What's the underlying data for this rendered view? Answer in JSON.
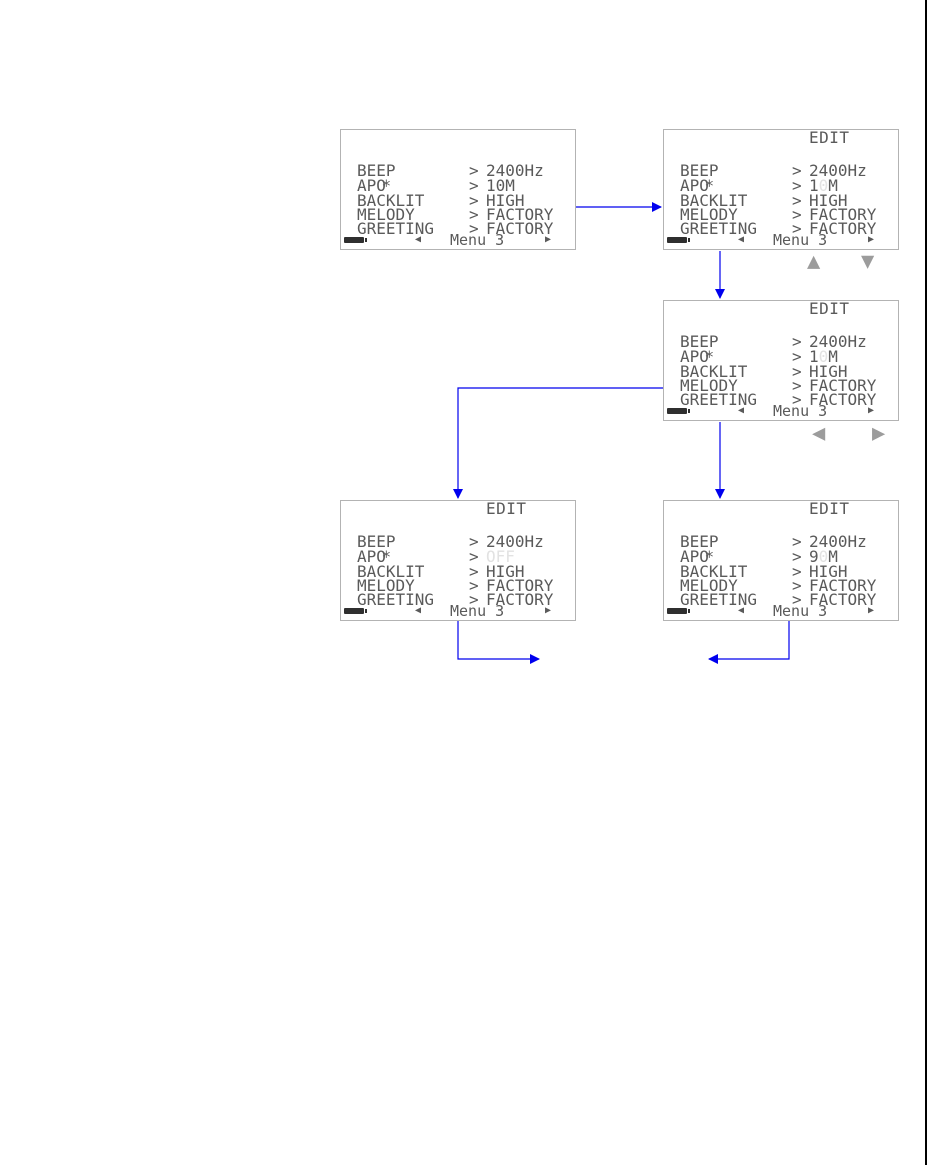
{
  "screens": [
    {
      "edit": "",
      "rows": [
        {
          "star": "",
          "name": "BEEP",
          "value": "2400Hz",
          "dim": ""
        },
        {
          "star": "*",
          "name": "APO",
          "value": "10M",
          "dim": ""
        },
        {
          "star": "",
          "name": "BACKLIT",
          "value": "HIGH",
          "dim": ""
        },
        {
          "star": "",
          "name": "MELODY",
          "value": "FACTORY",
          "dim": ""
        },
        {
          "star": "",
          "name": "GREETING",
          "value": "FACTORY",
          "dim": ""
        }
      ],
      "footer": {
        "left": "◀",
        "menu": "Menu 3",
        "right": "▶"
      }
    },
    {
      "edit": "EDIT",
      "rows": [
        {
          "star": "",
          "name": "BEEP",
          "value": "2400Hz",
          "dim": ""
        },
        {
          "star": "*",
          "name": "APO",
          "value": "1",
          "dim": "0",
          "after": "M"
        },
        {
          "star": "",
          "name": "BACKLIT",
          "value": "HIGH",
          "dim": ""
        },
        {
          "star": "",
          "name": "MELODY",
          "value": "FACTORY",
          "dim": ""
        },
        {
          "star": "",
          "name": "GREETING",
          "value": "FACTORY",
          "dim": ""
        }
      ],
      "footer": {
        "left": "◀",
        "menu": "Menu 3",
        "right": "▶"
      }
    },
    {
      "edit": "EDIT",
      "rows": [
        {
          "star": "",
          "name": "BEEP",
          "value": "2400Hz",
          "dim": ""
        },
        {
          "star": "*",
          "name": "APO",
          "value": "1",
          "dim": "0",
          "after": "M"
        },
        {
          "star": "",
          "name": "BACKLIT",
          "value": "HIGH",
          "dim": ""
        },
        {
          "star": "",
          "name": "MELODY",
          "value": "FACTORY",
          "dim": ""
        },
        {
          "star": "",
          "name": "GREETING",
          "value": "FACTORY",
          "dim": ""
        }
      ],
      "footer": {
        "left": "◀",
        "menu": "Menu 3",
        "right": "▶"
      }
    },
    {
      "edit": "EDIT",
      "rows": [
        {
          "star": "",
          "name": "BEEP",
          "value": "2400Hz",
          "dim": ""
        },
        {
          "star": "*",
          "name": "APO",
          "value": "",
          "dim": "OFF"
        },
        {
          "star": "",
          "name": "BACKLIT",
          "value": "HIGH",
          "dim": ""
        },
        {
          "star": "",
          "name": "MELODY",
          "value": "FACTORY",
          "dim": ""
        },
        {
          "star": "",
          "name": "GREETING",
          "value": "FACTORY",
          "dim": ""
        }
      ],
      "footer": {
        "left": "◀",
        "menu": "Menu 3",
        "right": "▶"
      }
    },
    {
      "edit": "EDIT",
      "rows": [
        {
          "star": "",
          "name": "BEEP",
          "value": "2400Hz",
          "dim": ""
        },
        {
          "star": "*",
          "name": "APO",
          "value": "9",
          "dim": "0",
          "after": "M"
        },
        {
          "star": "",
          "name": "BACKLIT",
          "value": "HIGH",
          "dim": ""
        },
        {
          "star": "",
          "name": "MELODY",
          "value": "FACTORY",
          "dim": ""
        },
        {
          "star": "",
          "name": "GREETING",
          "value": "FACTORY",
          "dim": ""
        }
      ],
      "footer": {
        "left": "◀",
        "menu": "Menu 3",
        "right": "▶"
      }
    }
  ],
  "keys": {
    "up": "▲",
    "down": "▼",
    "left": "◀",
    "right": "▶"
  },
  "colors": {
    "arrow": "#0000ee",
    "text": "#5a5a5a",
    "border": "#b3b3b3",
    "dim_digit": "#e2e2e2",
    "key": "#9c9c9c"
  }
}
